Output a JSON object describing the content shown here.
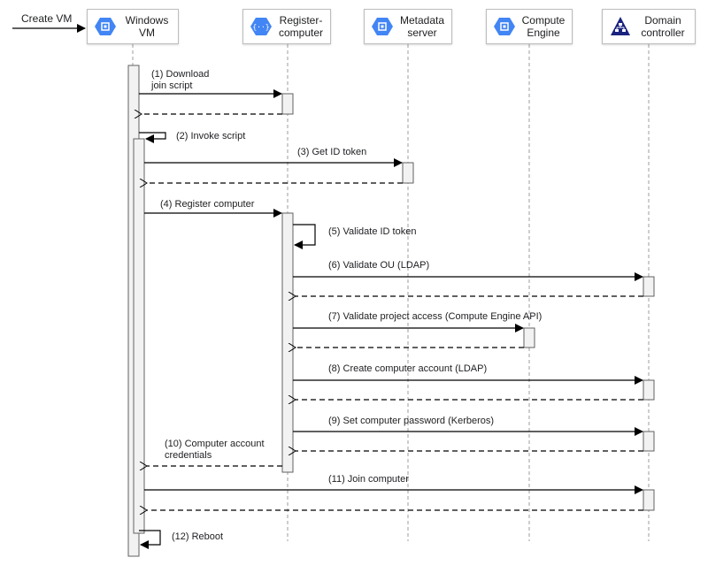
{
  "external_trigger": "Create VM",
  "actors": [
    {
      "id": "vm",
      "label": "Windows\nVM",
      "icon": "gcp-compute-icon"
    },
    {
      "id": "reg",
      "label": "Register-\ncomputer",
      "icon": "gcp-function-icon"
    },
    {
      "id": "meta",
      "label": "Metadata\nserver",
      "icon": "gcp-compute-icon"
    },
    {
      "id": "ce",
      "label": "Compute\nEngine",
      "icon": "gcp-compute-icon"
    },
    {
      "id": "dc",
      "label": "Domain\ncontroller",
      "icon": "ad-domain-icon"
    }
  ],
  "messages": [
    {
      "n": 1,
      "label": "(1) Download\njoin script"
    },
    {
      "n": 2,
      "label": "(2) Invoke script"
    },
    {
      "n": 3,
      "label": "(3) Get ID token"
    },
    {
      "n": 4,
      "label": "(4) Register computer"
    },
    {
      "n": 5,
      "label": "(5) Validate ID token"
    },
    {
      "n": 6,
      "label": "(6) Validate OU (LDAP)"
    },
    {
      "n": 7,
      "label": "(7) Validate project access (Compute Engine API)"
    },
    {
      "n": 8,
      "label": "(8) Create computer account (LDAP)"
    },
    {
      "n": 9,
      "label": "(9) Set computer password (Kerberos)"
    },
    {
      "n": 10,
      "label": "(10) Computer account\ncredentials"
    },
    {
      "n": 11,
      "label": "(11) Join computer"
    },
    {
      "n": 12,
      "label": "(12) Reboot"
    }
  ],
  "colors": {
    "gcp_blue": "#4285f4",
    "ad_navy": "#1a237e",
    "line": "#000000",
    "activation_fill": "#f2f2f2"
  }
}
